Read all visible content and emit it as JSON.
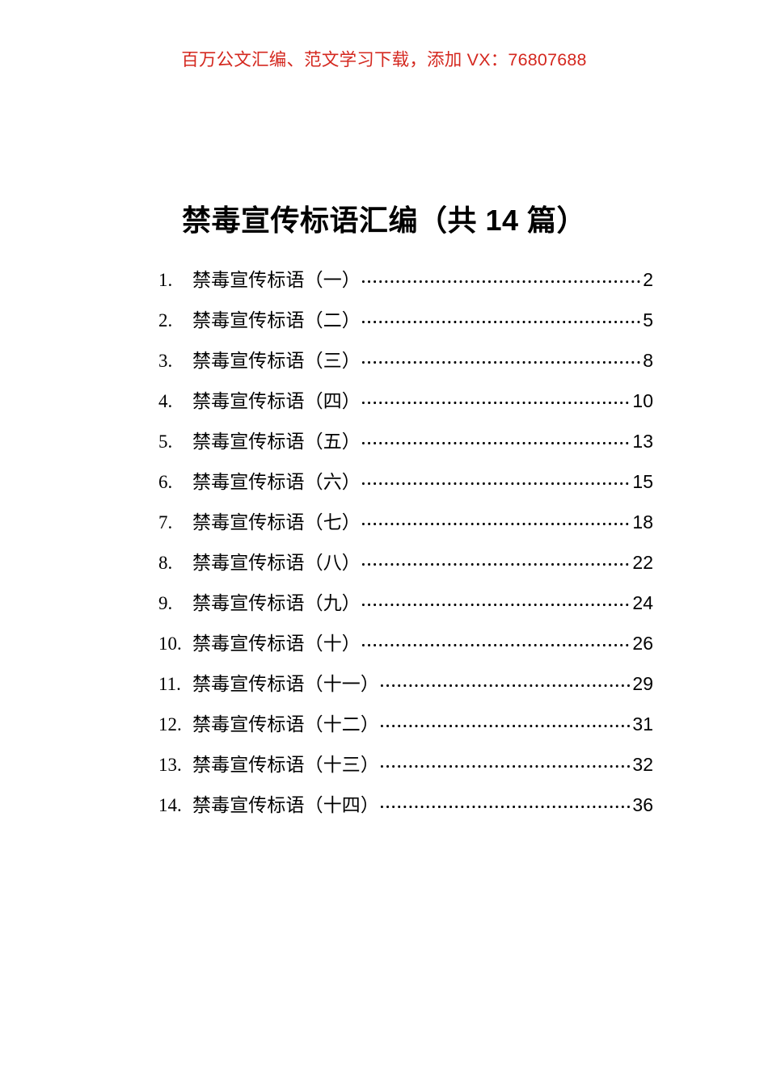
{
  "header": {
    "promo_text": "百万公文汇编、范文学习下载，添加 VX：76807688",
    "promo_color": "#d4281f"
  },
  "document": {
    "title": "禁毒宣传标语汇编（共 14 篇）",
    "total_articles": 14,
    "text_color": "#000000",
    "background_color": "#ffffff"
  },
  "toc": {
    "leader_style": "dotted",
    "entries": [
      {
        "number": "1.",
        "label": "禁毒宣传标语（一）",
        "page": "2"
      },
      {
        "number": "2.",
        "label": "禁毒宣传标语（二）",
        "page": "5"
      },
      {
        "number": "3.",
        "label": "禁毒宣传标语（三）",
        "page": "8"
      },
      {
        "number": "4.",
        "label": "禁毒宣传标语（四）",
        "page": "10"
      },
      {
        "number": "5.",
        "label": "禁毒宣传标语（五）",
        "page": "13"
      },
      {
        "number": "6.",
        "label": "禁毒宣传标语（六）",
        "page": "15"
      },
      {
        "number": "7.",
        "label": "禁毒宣传标语（七）",
        "page": "18"
      },
      {
        "number": "8.",
        "label": "禁毒宣传标语（八）",
        "page": "22"
      },
      {
        "number": "9.",
        "label": "禁毒宣传标语（九）",
        "page": "24"
      },
      {
        "number": "10.",
        "label": "禁毒宣传标语（十）",
        "page": "26"
      },
      {
        "number": "11.",
        "label": "禁毒宣传标语（十一）",
        "page": "29"
      },
      {
        "number": "12.",
        "label": "禁毒宣传标语（十二）",
        "page": "31"
      },
      {
        "number": "13.",
        "label": "禁毒宣传标语（十三）",
        "page": "32"
      },
      {
        "number": "14.",
        "label": "禁毒宣传标语（十四）",
        "page": "36"
      }
    ]
  }
}
